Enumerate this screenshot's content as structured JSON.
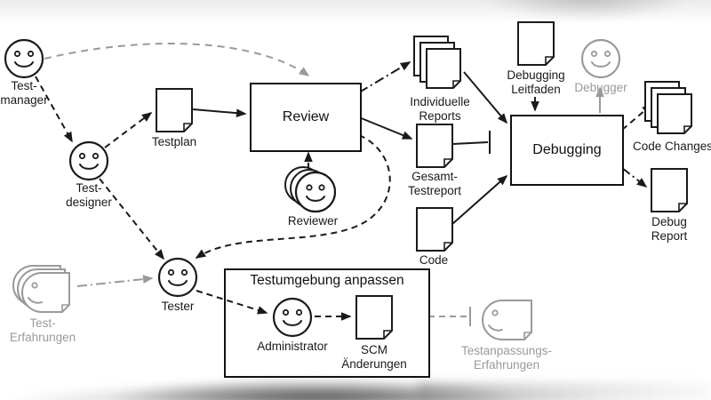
{
  "colors": {
    "ink": "#1a1a1a",
    "muted": "#9a9a9a"
  },
  "nodes": {
    "test_manager": {
      "type": "actor",
      "label_lines": [
        "Test-",
        "manager"
      ]
    },
    "test_designer": {
      "type": "actor",
      "label_lines": [
        "Test-",
        "designer"
      ]
    },
    "tester": {
      "type": "actor",
      "label_lines": [
        "Tester"
      ]
    },
    "administrator": {
      "type": "actor",
      "label_lines": [
        "Administrator"
      ]
    },
    "reviewer": {
      "type": "actor-stack",
      "label_lines": [
        "Reviewer"
      ]
    },
    "debugger": {
      "type": "actor-muted",
      "label_lines": [
        "Debugger"
      ]
    },
    "testplan": {
      "type": "document",
      "label_lines": [
        "Testplan"
      ]
    },
    "individuelle_reports": {
      "type": "document-stack",
      "label_lines": [
        "Individuelle",
        "Reports"
      ]
    },
    "gesamt_testreport": {
      "type": "document",
      "label_lines": [
        "Gesamt-",
        "Testreport"
      ]
    },
    "code": {
      "type": "document",
      "label_lines": [
        "Code"
      ]
    },
    "debugging_leitfaden": {
      "type": "document",
      "label_lines": [
        "Debugging",
        "Leitfaden"
      ]
    },
    "code_changes": {
      "type": "document-stack",
      "label_lines": [
        "Code Changes"
      ]
    },
    "debug_report": {
      "type": "document",
      "label_lines": [
        "Debug",
        "Report"
      ]
    },
    "scm_aenderungen": {
      "type": "document",
      "label_lines": [
        "SCM",
        "Änderungen"
      ]
    },
    "test_erfahrungen": {
      "type": "experience-muted",
      "label_lines": [
        "Test-",
        "Erfahrungen"
      ]
    },
    "testanpassungs_erfahrungen": {
      "type": "experience-muted",
      "label_lines": [
        "Testanpassungs-",
        "Erfahrungen"
      ]
    },
    "review": {
      "type": "process",
      "label": "Review"
    },
    "debugging": {
      "type": "process",
      "label": "Debugging"
    },
    "testumgebung": {
      "type": "group",
      "title": "Testumgebung anpassen"
    }
  },
  "edges": [
    {
      "from": "Test-manager",
      "to": "Test-designer",
      "style": "dashed",
      "color": "ink"
    },
    {
      "from": "Test-manager",
      "to": "Review",
      "style": "dashed-curve",
      "color": "muted"
    },
    {
      "from": "Test-designer",
      "to": "Testplan",
      "style": "dashed",
      "color": "ink"
    },
    {
      "from": "Test-designer",
      "to": "Tester",
      "style": "dashed",
      "color": "ink"
    },
    {
      "from": "Testplan",
      "to": "Review",
      "style": "solid",
      "color": "ink"
    },
    {
      "from": "Reviewer",
      "to": "Review",
      "style": "dashed",
      "color": "ink"
    },
    {
      "from": "Review",
      "to": "Individuelle Reports",
      "style": "dash-dot",
      "color": "ink"
    },
    {
      "from": "Review",
      "to": "Gesamt-Testreport",
      "style": "solid",
      "color": "ink"
    },
    {
      "from": "Review",
      "to": "Tester",
      "style": "dashed-curve",
      "color": "ink"
    },
    {
      "from": "Individuelle Reports",
      "to": "Debugging",
      "style": "solid",
      "color": "ink"
    },
    {
      "from": "Gesamt-Testreport",
      "to": "Debugging",
      "style": "solid-blocked",
      "color": "ink"
    },
    {
      "from": "Code",
      "to": "Debugging",
      "style": "solid",
      "color": "ink"
    },
    {
      "from": "Debugging Leitfaden",
      "to": "Debugging",
      "style": "solid",
      "color": "ink"
    },
    {
      "from": "Debugging",
      "to": "Debugger",
      "style": "solid",
      "color": "muted"
    },
    {
      "from": "Debugging",
      "to": "Code Changes",
      "style": "dashed",
      "color": "ink"
    },
    {
      "from": "Debugging",
      "to": "Debug Report",
      "style": "dash-dot",
      "color": "ink"
    },
    {
      "from": "Test-Erfahrungen",
      "to": "Tester",
      "style": "dash-dot",
      "color": "muted"
    },
    {
      "from": "Tester",
      "to": "Administrator",
      "style": "dashed",
      "color": "ink"
    },
    {
      "from": "Administrator",
      "to": "SCM Änderungen",
      "style": "dashed",
      "color": "ink"
    },
    {
      "from": "SCM Änderungen",
      "to": "Testanpassungs-Erfahrungen",
      "style": "dashed-blocked",
      "color": "muted"
    }
  ]
}
